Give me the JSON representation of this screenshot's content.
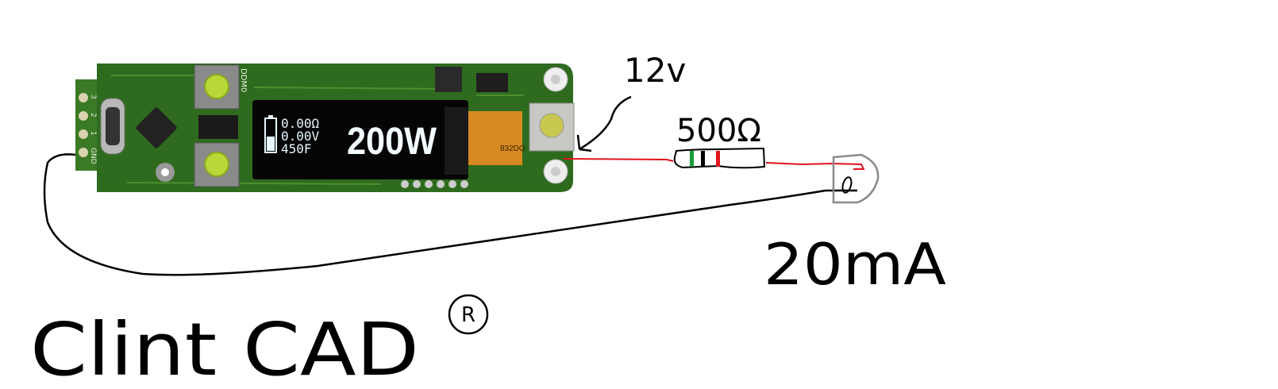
{
  "board": {
    "display": {
      "resistance": "0.00Ω",
      "voltage": "0.00V",
      "temperature": "450F",
      "power": "200W",
      "battery_icon": "battery-low-icon"
    },
    "pin_labels": [
      "3",
      "2",
      "1",
      "GND"
    ],
    "silkscreen": "DDM0",
    "flex_label": "832DO"
  },
  "annotations": {
    "voltage": "12v",
    "resistance": "500Ω",
    "current": "20mA",
    "signature": "Clint CAD",
    "registered_mark": "R"
  },
  "resistor_bands": [
    "#1a9a3a",
    "#000000",
    "#e0141e"
  ],
  "colors": {
    "wire_positive": "#e0141e",
    "wire_negative": "#000000",
    "led_outline": "#8a8a8a",
    "pcb": "#2f6b1e"
  }
}
